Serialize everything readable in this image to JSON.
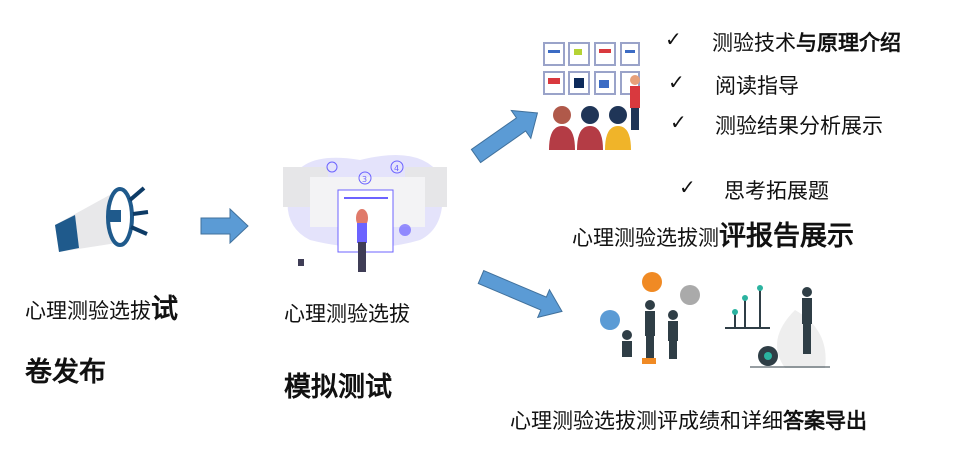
{
  "step1": {
    "title_normal": "心理测验选拔",
    "title_bold": "试",
    "title_line2": "卷发布"
  },
  "step2": {
    "title_line1": "心理测验选拔",
    "title_line2": "模拟测试",
    "illustration_numbers": [
      "3",
      "4"
    ]
  },
  "report": {
    "check_symbol": "✓",
    "items": [
      {
        "normal": "测验技术",
        "bold": "与原理介绍"
      },
      {
        "normal": "阅读指导",
        "bold": ""
      },
      {
        "normal": "测验结果分析展示",
        "bold": ""
      },
      {
        "normal": "思考拓展题",
        "bold": ""
      }
    ],
    "title_normal": "心理测验选拔测",
    "title_bold": "评报告展示"
  },
  "export": {
    "title_normal": "心理测验选拔测评成绩和详细",
    "title_bold": "答案导出"
  },
  "colors": {
    "arrow": "#5b9bd5",
    "arrow_border": "#41719c",
    "accent_purple": "#6c63ff"
  }
}
